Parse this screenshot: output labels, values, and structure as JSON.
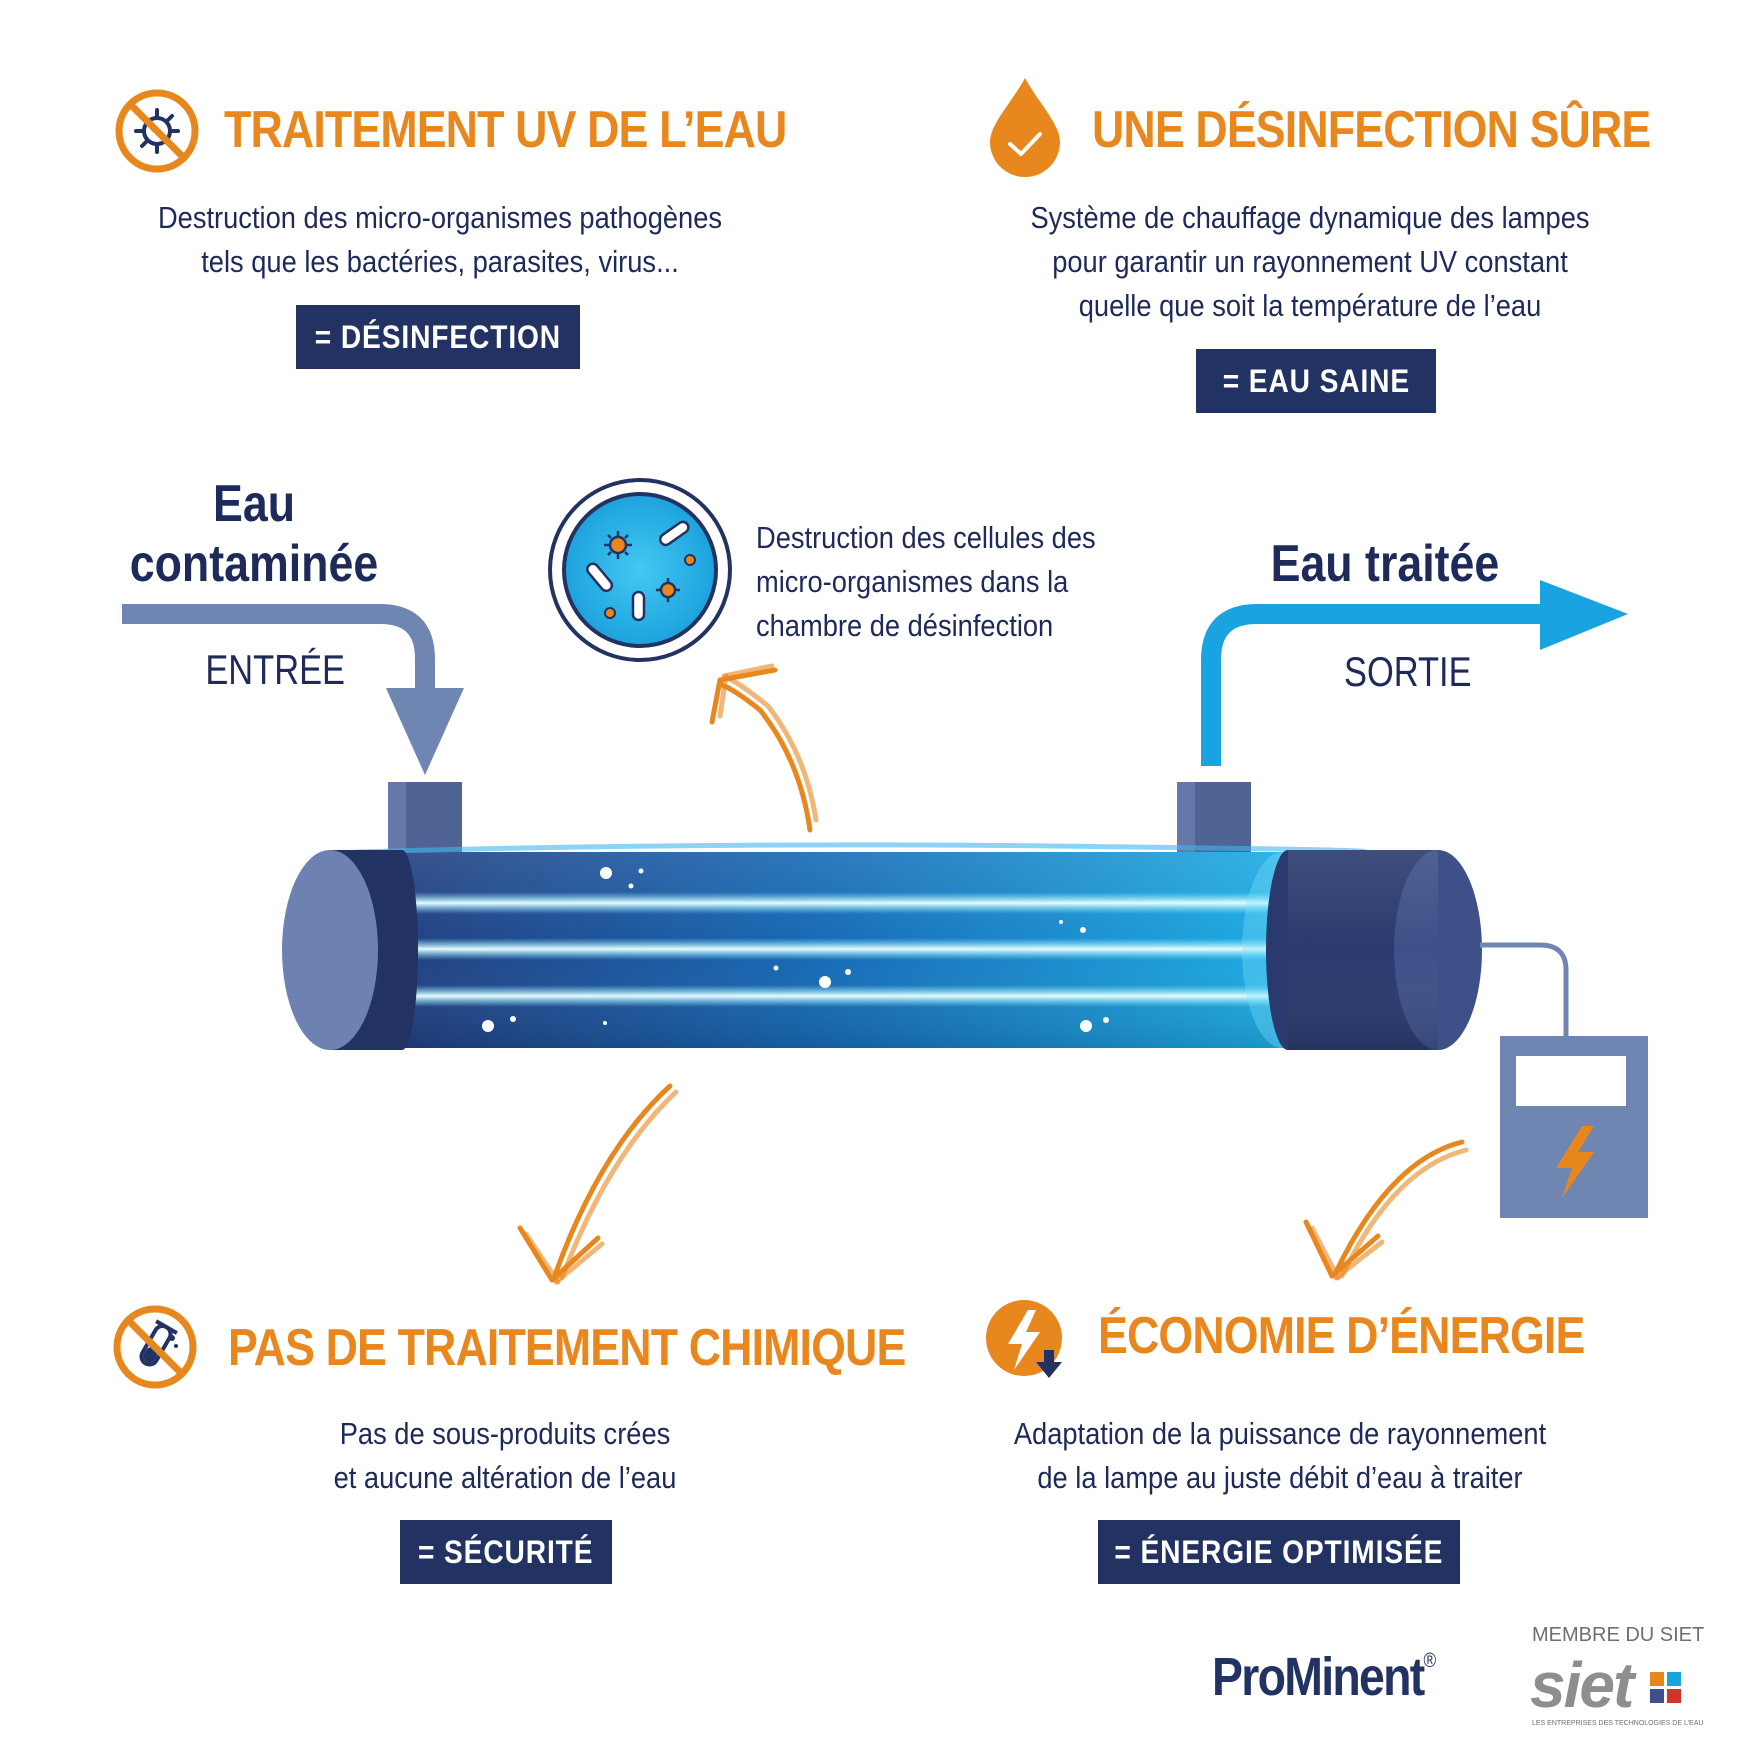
{
  "colors": {
    "orange": "#e8871e",
    "navy": "#223262",
    "text": "#1d2a5a",
    "inlet_arrow": "#7086b2",
    "outlet_arrow": "#1aa3e1"
  },
  "top_left": {
    "icon": "no-virus-icon",
    "title": "TRAITEMENT UV DE L’EAU",
    "desc": [
      "Destruction des micro-organismes pathogènes",
      "tels que les bactéries, parasites, virus..."
    ],
    "badge": "= DÉSINFECTION"
  },
  "top_right": {
    "icon": "water-drop-check-icon",
    "title": "UNE DÉSINFECTION SÛRE",
    "desc": [
      "Système de chauffage dynamique des lampes",
      "pour garantir un rayonnement UV constant",
      "quelle que soit la température de l’eau"
    ],
    "badge": "= EAU SAINE"
  },
  "diagram": {
    "inlet_title": [
      "Eau",
      "contaminée"
    ],
    "inlet_label": "ENTRÉE",
    "outlet_title": "Eau traitée",
    "outlet_label": "SORTIE",
    "cell_note": [
      "Destruction des cellules des",
      "micro-organismes dans la",
      "chambre de désinfection"
    ],
    "cell_icon": "microorganisms-icon",
    "controller_icon": "lightning-icon"
  },
  "bottom_left": {
    "icon": "no-chemical-icon",
    "title": "PAS DE TRAITEMENT CHIMIQUE",
    "desc": [
      "Pas de sous-produits crées",
      "et aucune altération de l’eau"
    ],
    "badge": "= SÉCURITÉ"
  },
  "bottom_right": {
    "icon": "energy-down-icon",
    "title": "ÉCONOMIE D’ÉNERGIE",
    "desc": [
      "Adaptation de la puissance de rayonnement",
      "de la lampe au juste débit d’eau à traiter"
    ],
    "badge": "= ÉNERGIE OPTIMISÉE"
  },
  "footer": {
    "brand": "ProMinent",
    "brand_mark": "®",
    "member_label": "MEMBRE DU SIET",
    "siet_logo": "siet",
    "siet_tagline": "LES ENTREPRISES DES TECHNOLOGIES DE L’EAU"
  }
}
